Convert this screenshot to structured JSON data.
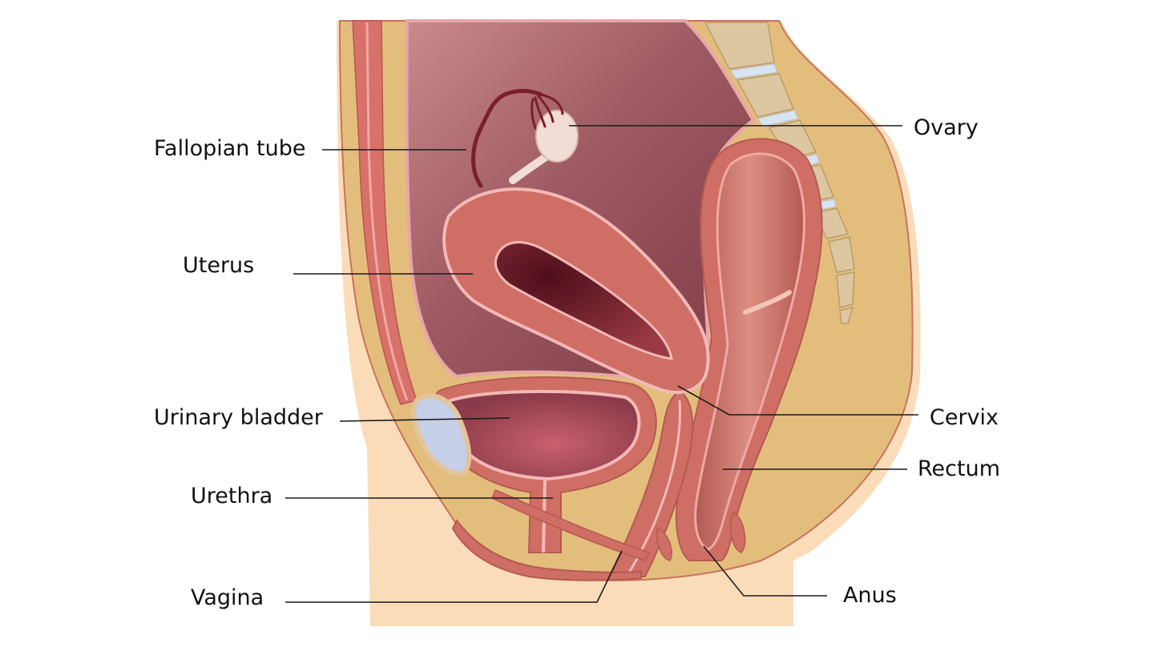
{
  "labels": {
    "fallopian_tube": "Fallopian tube",
    "ovary": "Ovary",
    "uterus": "Uterus",
    "cervix": "Cervix",
    "urinary_bladder": "Urinary bladder",
    "rectum": "Rectum",
    "urethra": "Urethra",
    "vagina": "Vagina",
    "anus": "Anus"
  },
  "colors": {
    "skin": "#fbdcb8",
    "fat": "#e3bd7c",
    "tissue_edge": "#c8735e",
    "abdominal_cavity": "#8e4a52",
    "cavity_highlight": "#c98a8e",
    "organ_wall": "#cf6e64",
    "organ_lining": "#f2b9b7",
    "uterine_lumen": "#6a1726",
    "bladder_inner": "#9e4a58",
    "ovary": "#f1dcd6",
    "pubic_bone": "#c5cfe8",
    "vertebra": "#dcc7a0",
    "disc": "#d9e4f2",
    "fallopian_tube": "#7a1f2a",
    "text": "#111111",
    "leader": "#1a1a1a"
  }
}
